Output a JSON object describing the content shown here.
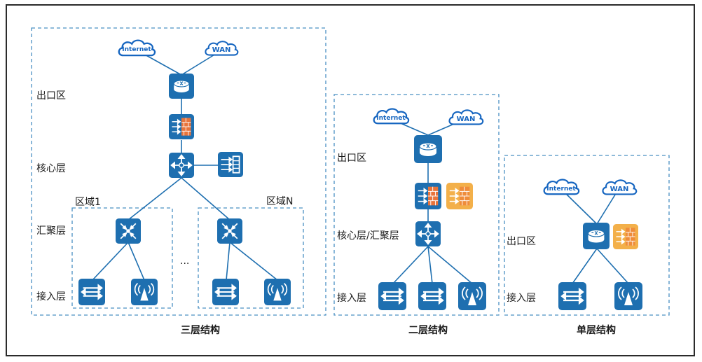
{
  "diagram": {
    "three_tier": {
      "caption": "三层结构",
      "layers": {
        "exit": "出口区",
        "core": "核心层",
        "aggregation": "汇聚层",
        "access": "接入层"
      },
      "zone_1": "区域1",
      "zone_n": "区域N",
      "ellipsis": "...",
      "clouds": {
        "internet": "Internet",
        "wan": "WAN"
      }
    },
    "two_tier": {
      "caption": "二层结构",
      "layers": {
        "exit": "出口区",
        "core_aggregation": "核心层/汇聚层",
        "access": "接入层"
      },
      "clouds": {
        "internet": "Internet",
        "wan": "WAN"
      }
    },
    "single_tier": {
      "caption": "单层结构",
      "layers": {
        "exit": "出口区",
        "access": "接入层"
      },
      "clouds": {
        "internet": "Internet",
        "wan": "WAN"
      }
    },
    "colors": {
      "device_blue": "#1e6fb0",
      "firewall_orange": "#f0a030",
      "dashed_border": "#4a90c2",
      "link": "#1e6fb0"
    }
  }
}
